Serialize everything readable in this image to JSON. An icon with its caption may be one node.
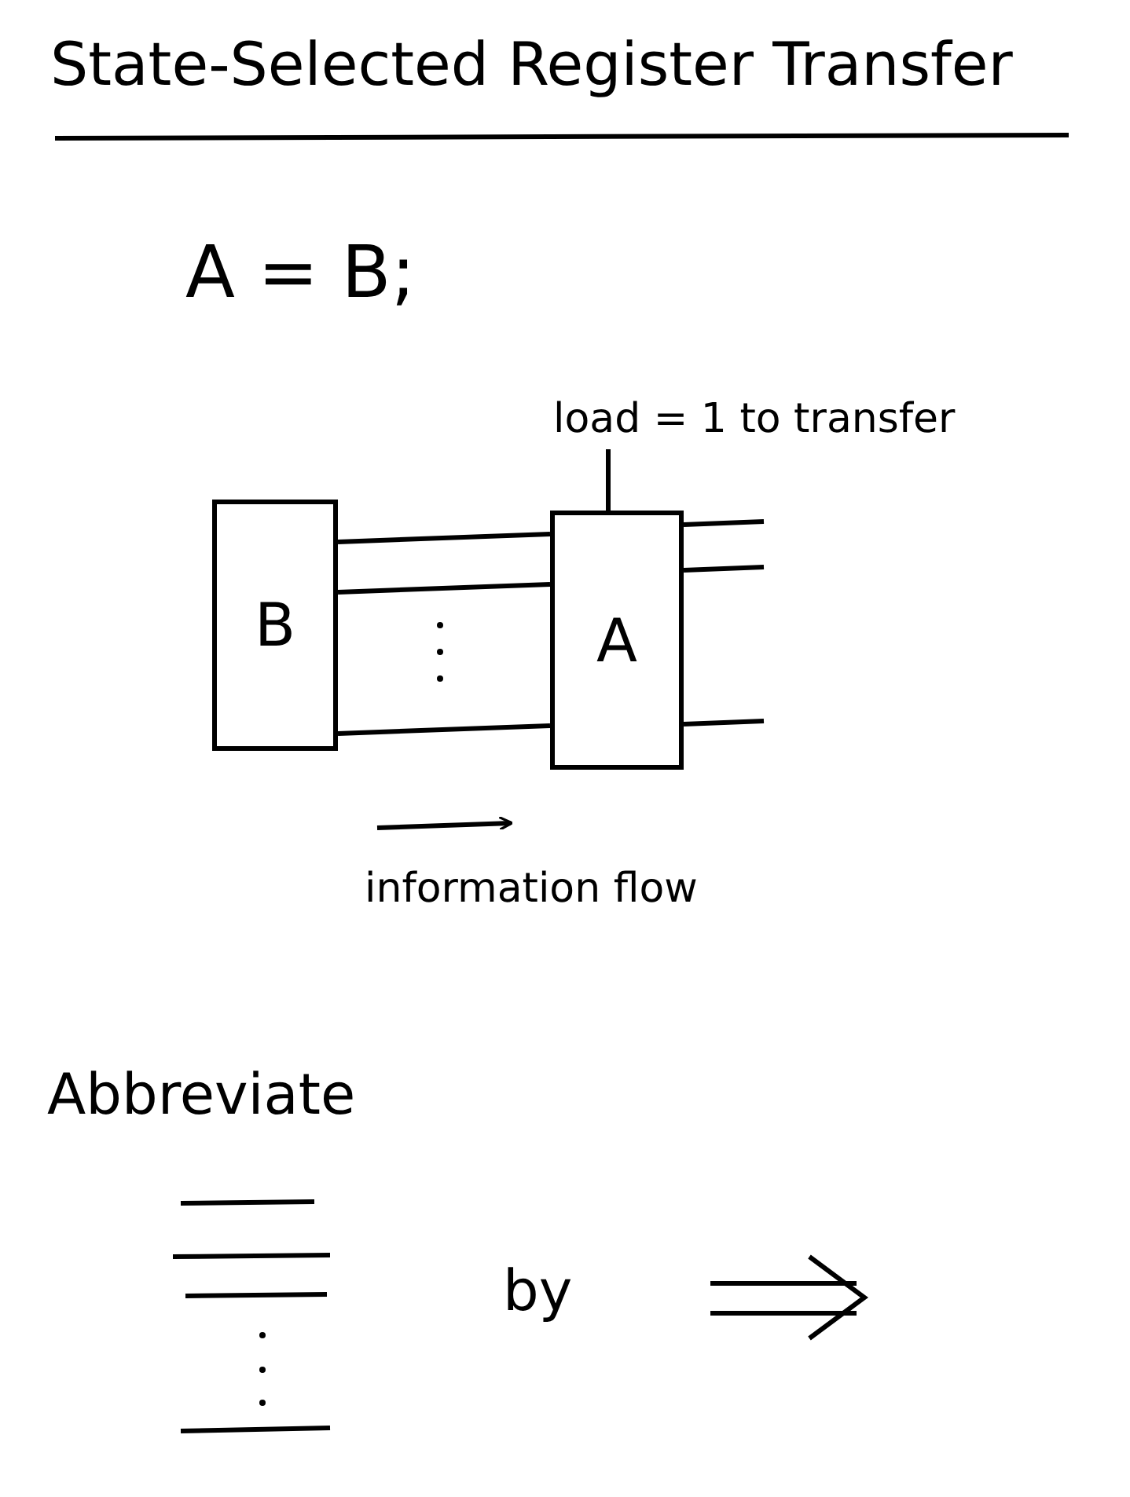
{
  "diagram": {
    "title": "State-Selected Register Transfer",
    "nodes": [
      {
        "text": [
          "B"
        ]
      },
      {
        "text": [
          "A"
        ]
      },
      {
        "text": [
          "load = 1 to transfer"
        ]
      }
    ],
    "edges": [
      {
        "from": 0,
        "to": 1,
        "arrow": "none"
      },
      {
        "from": 0,
        "to": 1,
        "arrow": "none"
      },
      {
        "from": 0,
        "to": 1,
        "arrow": "none"
      },
      {
        "from": 1,
        "to": null,
        "arrow": "none"
      },
      {
        "from": 1,
        "to": null,
        "arrow": "none"
      },
      {
        "from": 1,
        "to": null,
        "arrow": "none"
      },
      {
        "from": 2,
        "to": 1,
        "arrow": "none"
      }
    ],
    "labels": [
      "A = B;",
      "information flow",
      "Abbreviate",
      "by"
    ]
  }
}
